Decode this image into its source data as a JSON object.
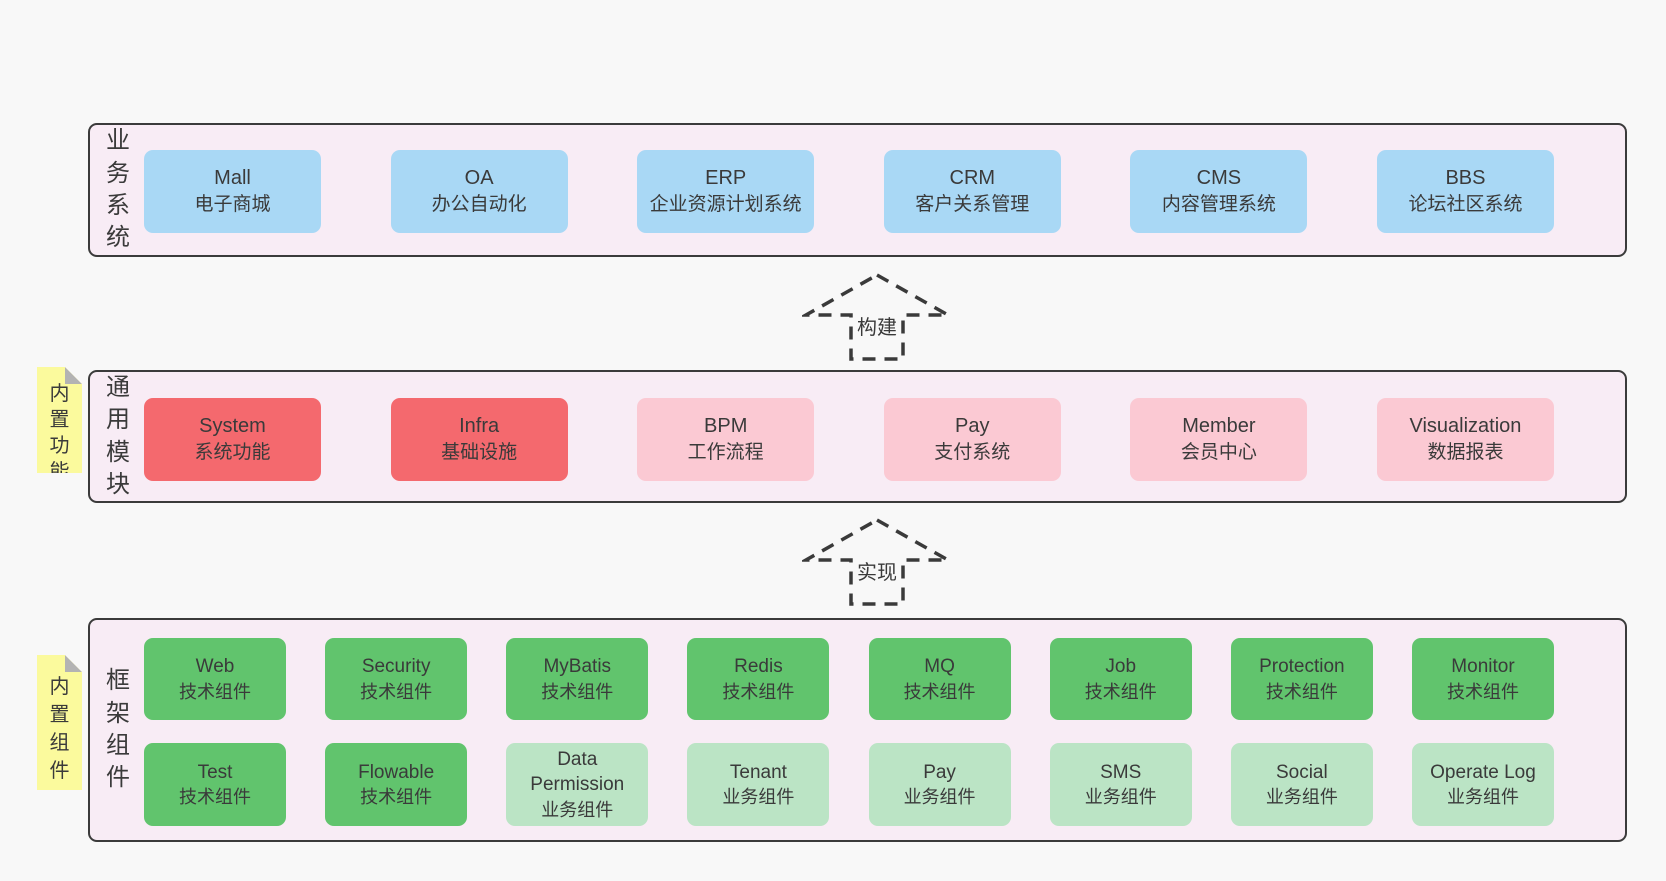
{
  "colors": {
    "page-bg": "#f8f8f8",
    "layer-bg": "#f8ecf5",
    "layer-border": "#3b3b3b",
    "box-blue": "#a9d8f5",
    "box-red": "#f4696e",
    "box-pink": "#fbc9d3",
    "box-green": "#61c46d",
    "box-lightgreen": "#bbe4c5",
    "note-yellow": "#fbfa9d",
    "note-fold": "#b3b3b3",
    "text": "#3a3a3a"
  },
  "arrows": [
    {
      "label": "构建"
    },
    {
      "label": "实现"
    }
  ],
  "layers": [
    {
      "label": "业务系统",
      "boxes": [
        {
          "name": "Mall",
          "desc": "电子商城"
        },
        {
          "name": "OA",
          "desc": "办公自动化"
        },
        {
          "name": "ERP",
          "desc": "企业资源计划系统"
        },
        {
          "name": "CRM",
          "desc": "客户关系管理"
        },
        {
          "name": "CMS",
          "desc": "内容管理系统"
        },
        {
          "name": "BBS",
          "desc": "论坛社区系统"
        }
      ]
    },
    {
      "label": "通用模块",
      "note": "内置功能",
      "boxes": [
        {
          "name": "System",
          "desc": "系统功能"
        },
        {
          "name": "Infra",
          "desc": "基础设施"
        },
        {
          "name": "BPM",
          "desc": "工作流程"
        },
        {
          "name": "Pay",
          "desc": "支付系统"
        },
        {
          "name": "Member",
          "desc": "会员中心"
        },
        {
          "name": "Visualization",
          "desc": "数据报表"
        }
      ]
    },
    {
      "label": "框架组件",
      "note": "内置组件",
      "rows": [
        [
          {
            "name": "Web",
            "desc": "技术组件"
          },
          {
            "name": "Security",
            "desc": "技术组件"
          },
          {
            "name": "MyBatis",
            "desc": "技术组件"
          },
          {
            "name": "Redis",
            "desc": "技术组件"
          },
          {
            "name": "MQ",
            "desc": "技术组件"
          },
          {
            "name": "Job",
            "desc": "技术组件"
          },
          {
            "name": "Protection",
            "desc": "技术组件"
          },
          {
            "name": "Monitor",
            "desc": "技术组件"
          }
        ],
        [
          {
            "name": "Test",
            "desc": "技术组件"
          },
          {
            "name": "Flowable",
            "desc": "技术组件"
          },
          {
            "name": "Data Permission",
            "desc": "业务组件"
          },
          {
            "name": "Tenant",
            "desc": "业务组件"
          },
          {
            "name": "Pay",
            "desc": "业务组件"
          },
          {
            "name": "SMS",
            "desc": "业务组件"
          },
          {
            "name": "Social",
            "desc": "业务组件"
          },
          {
            "name": "Operate Log",
            "desc": "业务组件"
          }
        ]
      ]
    }
  ]
}
